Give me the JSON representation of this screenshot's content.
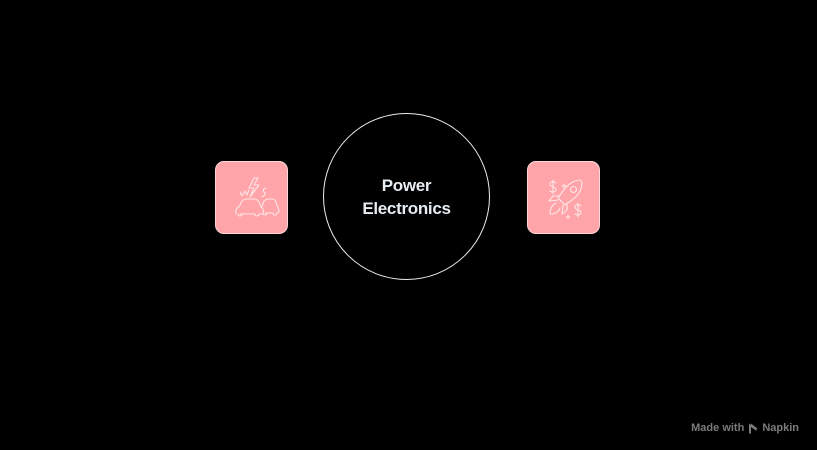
{
  "diagram": {
    "center": {
      "label": "Power Electronics",
      "line1": "Power",
      "line2": "Electronics"
    },
    "nodes": [
      {
        "position": "left",
        "icon": "electric-vehicles-icon",
        "description": "two cars with lightning bolt"
      },
      {
        "position": "right",
        "icon": "rocket-growth-icon",
        "description": "rocket with dollar signs"
      }
    ],
    "colors": {
      "background": "#000000",
      "tile_fill": "#ffa4a8",
      "tile_stroke": "#ffe6e8",
      "circle_border": "#e8eef2",
      "center_text": "#e6edf2",
      "watermark_text": "#7b7b7b"
    }
  },
  "watermark": {
    "prefix": "Made with",
    "brand": "Napkin"
  }
}
